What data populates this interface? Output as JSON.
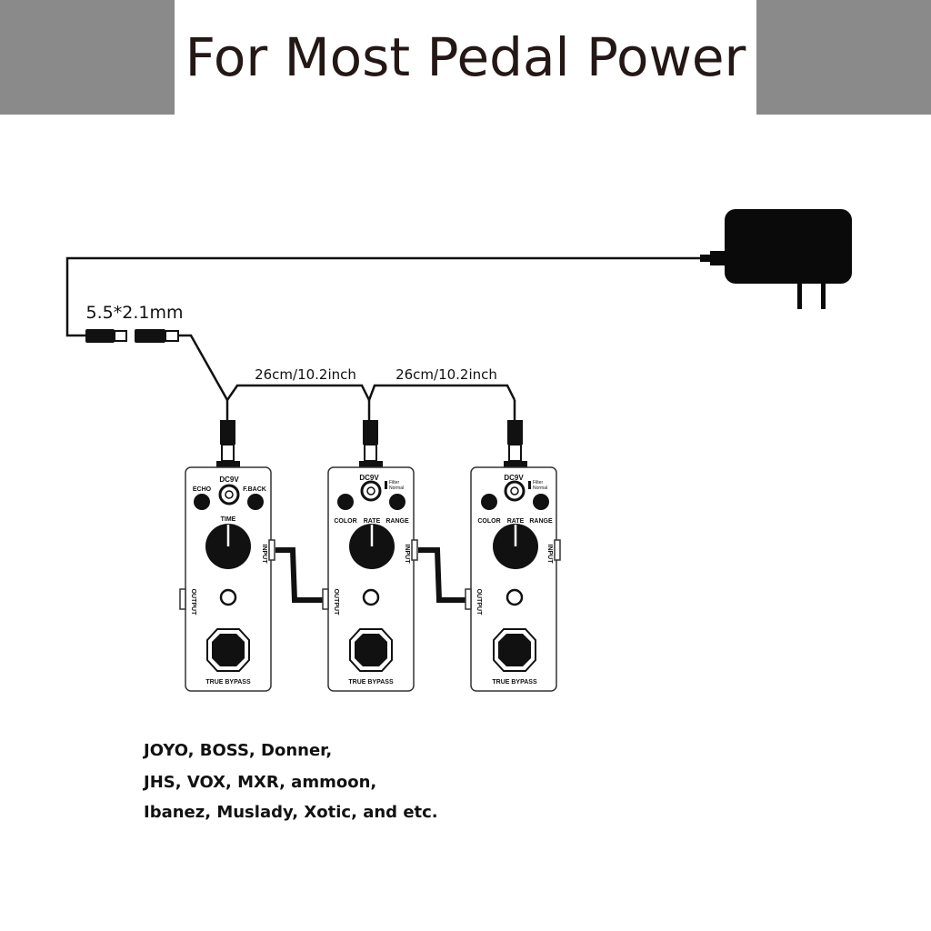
{
  "title": "For Most Pedal Power",
  "connector_label": "5.5*2.1mm",
  "cable_lengths": [
    "26cm/10.2inch",
    "26cm/10.2inch"
  ],
  "pedals": [
    {
      "dc_label": "DC9V",
      "knob_labels": [
        "ECHO",
        "F.BACK"
      ],
      "main_knob_label": "TIME",
      "input_label": "INPUT",
      "output_label": "OUTPUT",
      "footer": "TRUE BYPASS"
    },
    {
      "dc_label": "DC9V",
      "switch_labels": [
        "Filter",
        "Normal"
      ],
      "knob_labels": [
        "COLOR",
        "RANGE"
      ],
      "main_knob_label": "RATE",
      "input_label": "INPUT",
      "output_label": "OUTPUT",
      "footer": "TRUE BYPASS"
    },
    {
      "dc_label": "DC9V",
      "switch_labels": [
        "Filter",
        "Normal"
      ],
      "knob_labels": [
        "COLOR",
        "RANGE"
      ],
      "main_knob_label": "RATE",
      "input_label": "INPUT",
      "output_label": "OUTPUT",
      "footer": "TRUE BYPASS"
    }
  ],
  "brands": [
    "JOYO, BOSS, Donner,",
    "JHS, VOX, MXR, ammoon,",
    "Ibanez, Muslady, Xotic, and etc."
  ]
}
